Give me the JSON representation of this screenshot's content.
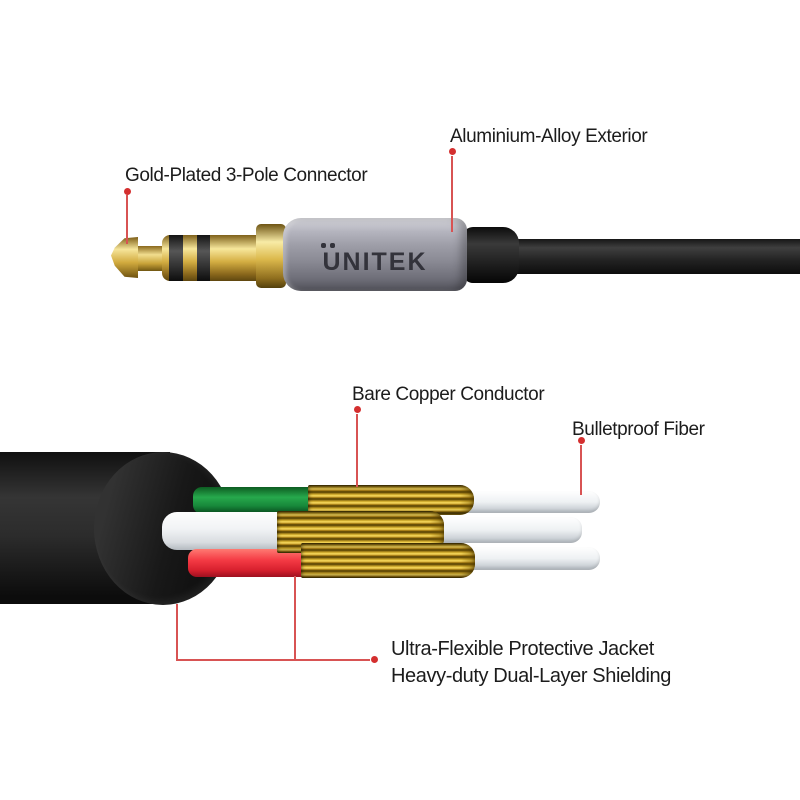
{
  "title": "Unitek 3.5mm audio cable feature diagram",
  "brand": {
    "logo_text": "UNITEK"
  },
  "annotations": {
    "connector": "Gold-Plated 3-Pole Connector",
    "exterior": "Aluminium-Alloy Exterior",
    "copper": "Bare Copper Conductor",
    "fiber": "Bulletproof Fiber",
    "jacket_line1": "Ultra-Flexible Protective Jacket",
    "jacket_line2": "Heavy-duty Dual-Layer Shielding"
  },
  "colors": {
    "background": "#ffffff",
    "leader_line": "#d85353",
    "leader_dot": "#d42f2f",
    "text": "#1c1c1c",
    "gold_plating": "#d4ae42",
    "aluminium_barrel": "#9d9da7",
    "logo_text": "#33333b",
    "jacket_black": "#1c1c1c",
    "wire_green": "#27a94c",
    "wire_white": "#f1f3f5",
    "wire_red": "#f43a44",
    "copper_gold": "#e8c23a",
    "fiber_white": "#eef1f3"
  }
}
